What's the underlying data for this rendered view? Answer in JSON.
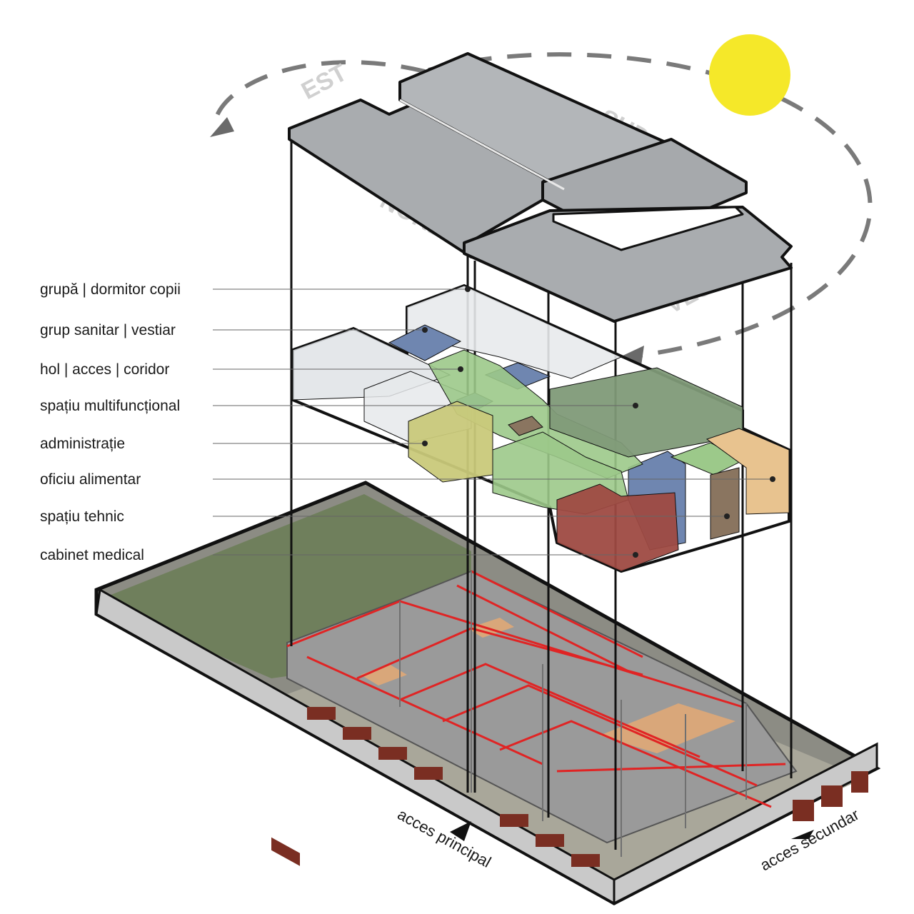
{
  "legend": {
    "items": [
      {
        "label": "grupă | dormitor copii"
      },
      {
        "label": "grup sanitar | vestiar"
      },
      {
        "label": "hol | acces | coridor"
      },
      {
        "label": "spațiu multifuncțional"
      },
      {
        "label": "administrație"
      },
      {
        "label": "oficiu alimentar"
      },
      {
        "label": "spațiu tehnic"
      },
      {
        "label": "cabinet medical"
      }
    ]
  },
  "compass": {
    "east": "EST",
    "south": "SUD",
    "north": "NORD",
    "west": "VEST"
  },
  "access": {
    "main": "acces principal",
    "secondary": "acces secundar"
  },
  "colors": {
    "sun": "#f5e829",
    "roof": "#a9acaf",
    "grass": "#6f7f5c",
    "dormitor": "#dfe3e6",
    "sanitar": "#6f86b0",
    "hol": "#9cc98a",
    "multifunctional": "#7f9a78",
    "administratie": "#c9c97a",
    "oficiu": "#e8c38f",
    "tehnic": "#8a7560",
    "medical": "#9e4a42",
    "wall_red": "#e02424",
    "fence_brick": "#7a2e22",
    "orbit": "#7a7a7a"
  }
}
